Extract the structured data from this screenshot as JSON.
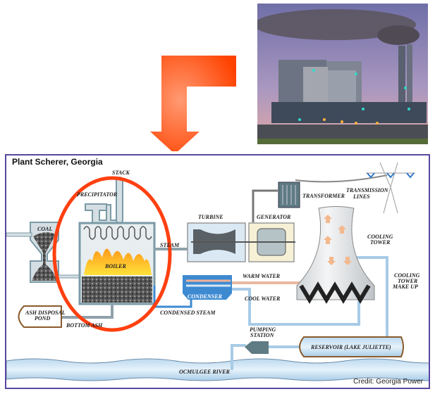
{
  "photo": {
    "alt": "Coal power plant with smoking stacks at dusk"
  },
  "diagram": {
    "title": "Plant Scherer, Georgia",
    "credit": "Credit: Georgia Power",
    "labels": {
      "stack": "STACK",
      "precipitator": "PRECIPITATOR",
      "coal": "COAL",
      "boiler": "BOILER",
      "steam": "STEAM",
      "turbine": "TURBINE",
      "generator": "GENERATOR",
      "transformer": "TRANSFORMER",
      "transmission_lines_1": "TRANSMISSION",
      "transmission_lines_2": "LINES",
      "cooling_tower_1": "COOLING",
      "cooling_tower_2": "TOWER",
      "warm_water": "WARM WATER",
      "cool_water": "COOL WATER",
      "condenser": "CONDENSER",
      "condensed_steam": "CONDENSED STEAM",
      "ash_pond_1": "ASH DISPOSAL",
      "ash_pond_2": "POND",
      "bottom_ash": "BOTTOM ASH",
      "makeup_1": "COOLING",
      "makeup_2": "TOWER",
      "makeup_3": "MAKE UP",
      "pumping_1": "PUMPING",
      "pumping_2": "STATION",
      "reservoir": "RESERVOIR (LAKE JULIETTE)",
      "river": "OCMULGEE RIVER"
    }
  },
  "colors": {
    "arrow": "#ff4a12",
    "highlight_ellipse": "#ff4010",
    "frame": "#5a47a0"
  }
}
